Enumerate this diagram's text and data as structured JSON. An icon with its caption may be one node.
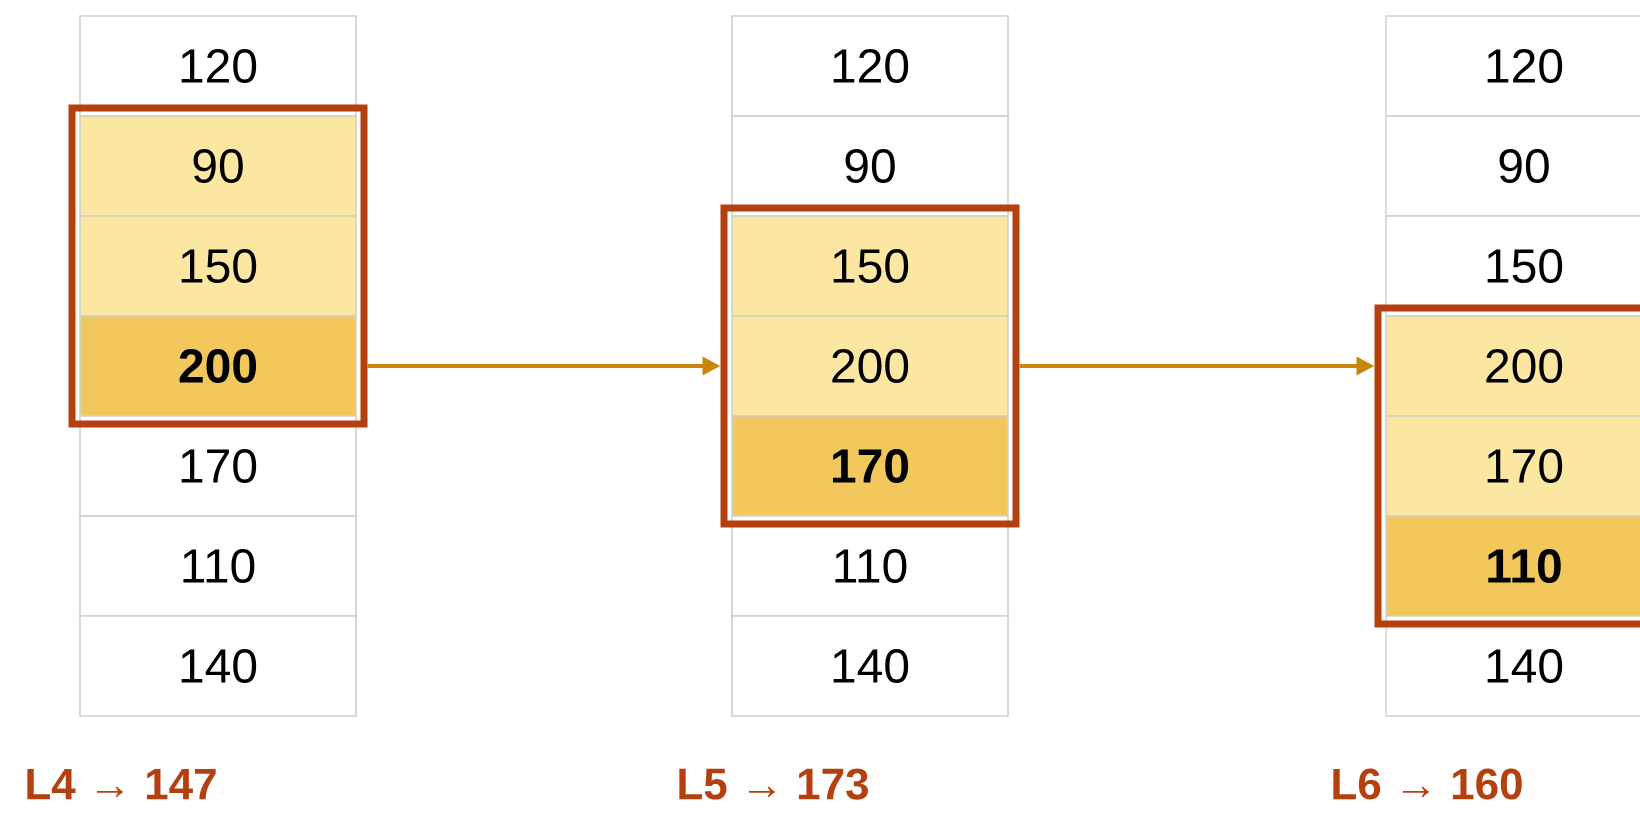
{
  "diagram": {
    "nodes": [
      {
        "text": [
          "120"
        ]
      },
      {
        "text": [],
        "shape": "box"
      },
      {
        "text": [
          "90"
        ],
        "in": 1
      },
      {
        "text": [
          "150"
        ],
        "in": 1
      },
      {
        "text": [
          "200"
        ],
        "in": 1
      },
      {
        "text": [
          "170"
        ]
      },
      {
        "text": [
          "110"
        ]
      },
      {
        "text": [
          "140"
        ]
      },
      {
        "text": [
          "120"
        ]
      },
      {
        "text": [
          "90"
        ]
      },
      {
        "text": [],
        "shape": "box"
      },
      {
        "text": [
          "150"
        ],
        "in": 10
      },
      {
        "text": [
          "200"
        ],
        "in": 10
      },
      {
        "text": [
          "170"
        ],
        "in": 10
      },
      {
        "text": [
          "110"
        ]
      },
      {
        "text": [
          "140"
        ]
      },
      {
        "text": [
          "120"
        ]
      },
      {
        "text": [
          "90"
        ]
      },
      {
        "text": [
          "150"
        ]
      },
      {
        "text": [],
        "shape": "box"
      },
      {
        "text": [
          "200"
        ],
        "in": 19
      },
      {
        "text": [
          "170"
        ],
        "in": 19
      },
      {
        "text": [
          "110"
        ],
        "in": 19
      },
      {
        "text": [
          "140"
        ]
      }
    ],
    "edges": [
      {
        "from": 1,
        "to": 10,
        "arrow": "to"
      },
      {
        "from": 10,
        "to": 19,
        "arrow": "to"
      }
    ],
    "labels": [
      "L4 → 147",
      "L5 → 173",
      "L6 → 160"
    ]
  }
}
